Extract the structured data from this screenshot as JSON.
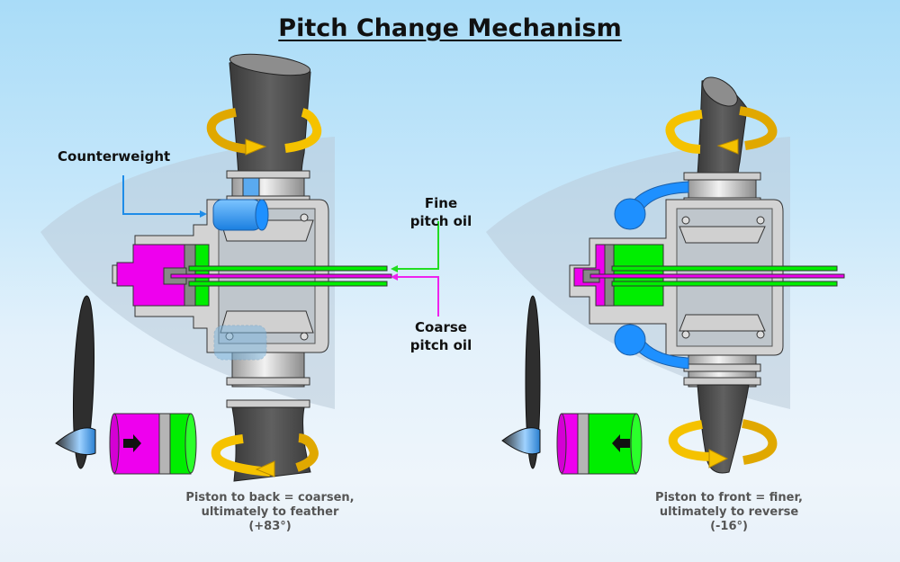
{
  "title": "Pitch Change Mechanism",
  "labels": {
    "counterweight": "Counterweight",
    "fine_pitch_oil": [
      "Fine",
      "pitch oil"
    ],
    "coarse_pitch_oil": [
      "Coarse",
      "pitch oil"
    ]
  },
  "left_panel": {
    "caption": [
      "Piston to back = coarsen,",
      "ultimately to feather",
      "(+83°)"
    ],
    "piston_direction": "right-arrow-icon",
    "blade_rotation": "clockwise-arrow-icon"
  },
  "right_panel": {
    "caption": [
      "Piston to front = finer,",
      "ultimately to reverse",
      "(-16°)"
    ],
    "piston_direction": "left-arrow-icon",
    "blade_rotation": "counterclockwise-arrow-icon"
  },
  "colors": {
    "fine_oil": "#00ee00",
    "coarse_oil": "#ee00ee",
    "counterweight": "#1e90ff",
    "rotation_arrow": "#f5c200",
    "blade": "#555555",
    "housing": "#cfcfcf"
  }
}
